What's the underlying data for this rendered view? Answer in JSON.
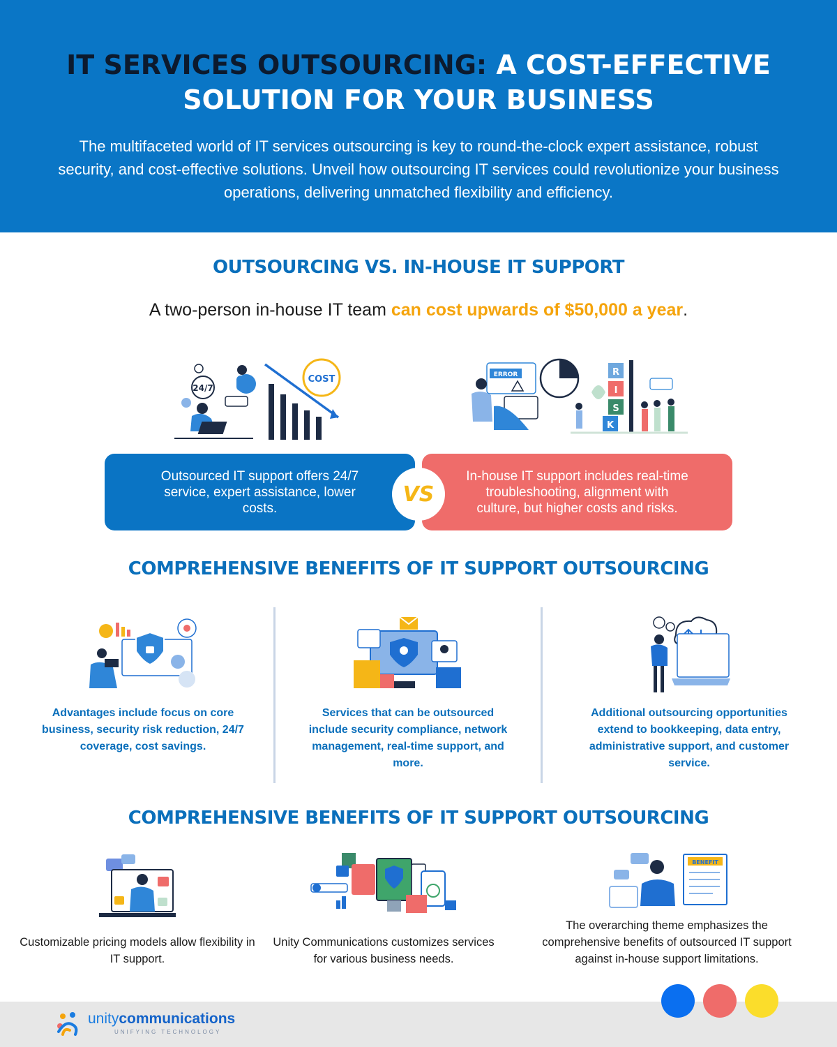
{
  "header": {
    "title_dark": "IT SERVICES OUTSOURCING:",
    "title_light_1": "A COST-EFFECTIVE",
    "title_light_2": "SOLUTION FOR YOUR BUSINESS",
    "intro": "The multifaceted world of IT services outsourcing is key to round-the-clock expert assistance, robust security, and cost-effective solutions. Unveil how outsourcing IT services could revolutionize your business operations, delivering unmatched flexibility and efficiency."
  },
  "comparison": {
    "title": "OUTSOURCING VS. IN-HOUSE IT SUPPORT",
    "cost_lead": "A two-person in-house IT team ",
    "cost_highlight": "can cost upwards of $50,000 a year",
    "cost_end": ".",
    "illus_left_labels": {
      "hours": "24/7",
      "cost": "COST"
    },
    "illus_right_labels": {
      "error": "ERROR",
      "risk": [
        "R",
        "I",
        "S",
        "K"
      ]
    },
    "outsourced": "Outsourced IT support offers 24/7 service, expert assistance, lower costs.",
    "vs": "VS",
    "inhouse": "In-house IT support includes real-time troubleshooting, alignment with culture, but higher costs and risks."
  },
  "benefits": {
    "title": "COMPREHENSIVE BENEFITS OF IT SUPPORT OUTSOURCING",
    "items": [
      {
        "text": "Advantages include focus on core business, security risk reduction, 24/7 coverage, cost savings."
      },
      {
        "text": "Services that can be outsourced include security compliance, network management, real-time support, and more."
      },
      {
        "text": "Additional outsourcing opportunities extend to bookkeeping, data entry, administrative support, and customer service."
      }
    ]
  },
  "benefits2": {
    "title": "COMPREHENSIVE BENEFITS OF IT SUPPORT OUTSOURCING",
    "items": [
      {
        "text": "Customizable pricing models allow flexibility in IT support."
      },
      {
        "text": "Unity Communications customizes services for various business needs."
      },
      {
        "text": "The overarching theme emphasizes the comprehensive benefits of outsourced IT support against in-house support limitations."
      }
    ],
    "benefit_label": "BENEFIT"
  },
  "footer": {
    "brand_light": "unity",
    "brand_bold": "communications",
    "tagline": "UNIFYING TECHNOLOGY",
    "dot_colors": [
      "#0a6ff0",
      "#ef6c6a",
      "#fbdd2b"
    ]
  },
  "colors": {
    "primary_blue": "#0a76c6",
    "heading_blue": "#0a6fbb",
    "coral": "#ef6c6a",
    "highlight_orange": "#f5a40c",
    "yellow": "#f5b617"
  }
}
